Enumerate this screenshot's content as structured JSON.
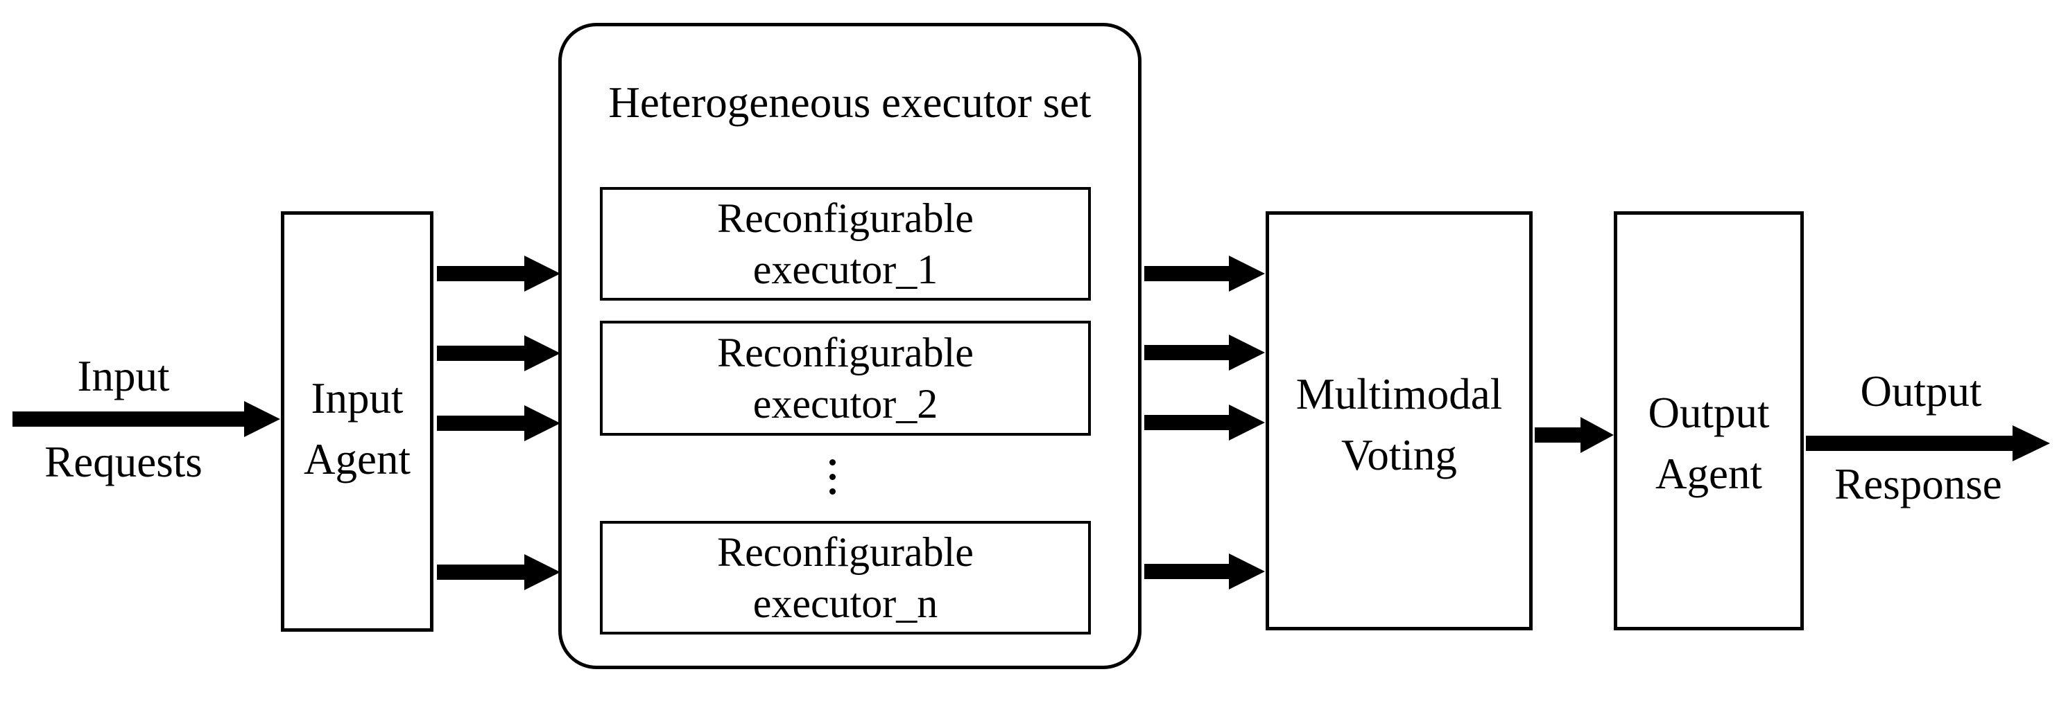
{
  "diagram": {
    "background": "#ffffff",
    "stroke_color": "#000000",
    "input_flow": {
      "label_top": "Input",
      "label_bottom": "Requests"
    },
    "input_agent": {
      "line1": "Input",
      "line2": "Agent"
    },
    "executor_set": {
      "title": "Heterogeneous executor set",
      "executors": [
        {
          "line1": "Reconfigurable",
          "line2": "executor_1"
        },
        {
          "line1": "Reconfigurable",
          "line2": "executor_2"
        },
        {
          "line1": "Reconfigurable",
          "line2": "executor_n"
        }
      ],
      "ellipsis": "vertical-dots"
    },
    "multimodal_voting": {
      "line1": "Multimodal",
      "line2": "Voting"
    },
    "output_agent": {
      "line1": "Output",
      "line2": "Agent"
    },
    "output_flow": {
      "label_top": "Output",
      "label_bottom": "Response"
    }
  }
}
